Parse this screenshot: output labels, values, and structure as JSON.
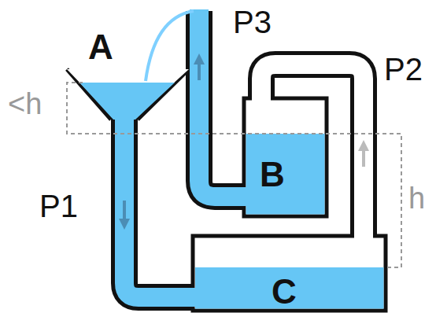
{
  "diagram": {
    "labels": [
      "A",
      "P3",
      "P2",
      "B",
      "P1",
      "h",
      "<h",
      "C"
    ]
  }
}
